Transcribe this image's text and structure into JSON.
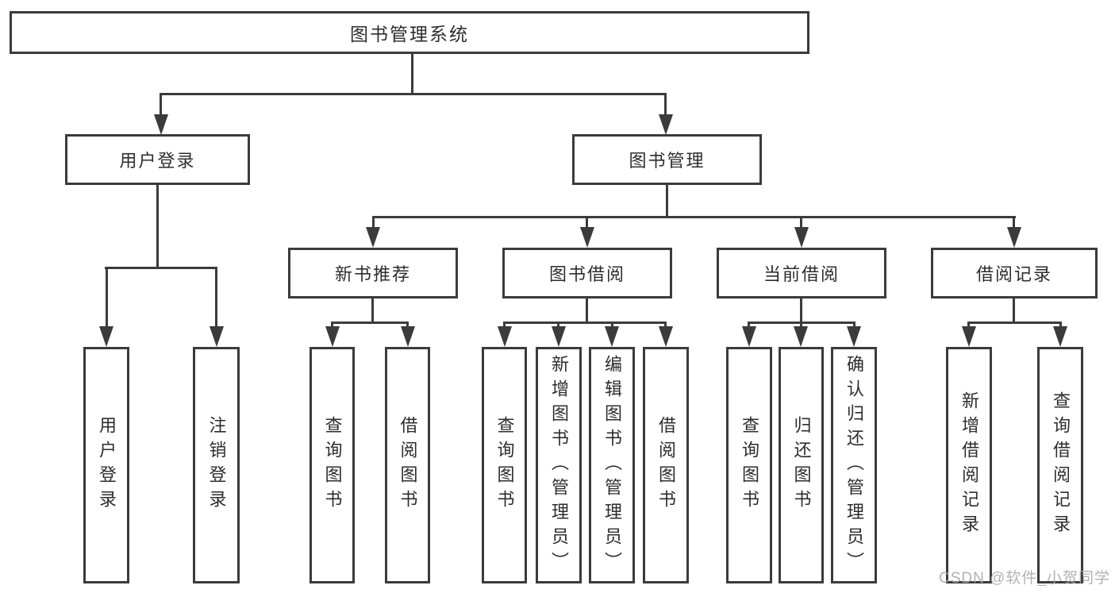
{
  "tree": {
    "label": "图书管理系统",
    "children": [
      {
        "label": "用户登录",
        "children": [
          {
            "label": "用户登录"
          },
          {
            "label": "注销登录"
          }
        ]
      },
      {
        "label": "图书管理",
        "children": [
          {
            "label": "新书推荐",
            "children": [
              {
                "label": "查询图书"
              },
              {
                "label": "借阅图书"
              }
            ]
          },
          {
            "label": "图书借阅",
            "children": [
              {
                "label": "查询图书"
              },
              {
                "label": "新增图书（管理员）"
              },
              {
                "label": "编辑图书（管理员）"
              },
              {
                "label": "借阅图书"
              }
            ]
          },
          {
            "label": "当前借阅",
            "children": [
              {
                "label": "查询图书"
              },
              {
                "label": "归还图书"
              },
              {
                "label": "确认归还（管理员）"
              }
            ]
          },
          {
            "label": "借阅记录",
            "children": [
              {
                "label": "新增借阅记录"
              },
              {
                "label": "查询借阅记录"
              }
            ]
          }
        ]
      }
    ]
  },
  "watermark": {
    "text": "CSDN @软件_小贺同学"
  },
  "colors": {
    "line": "#3b3b3b",
    "text": "#2d2d2d",
    "background": "#ffffff",
    "watermark": "#a9a9a9"
  }
}
